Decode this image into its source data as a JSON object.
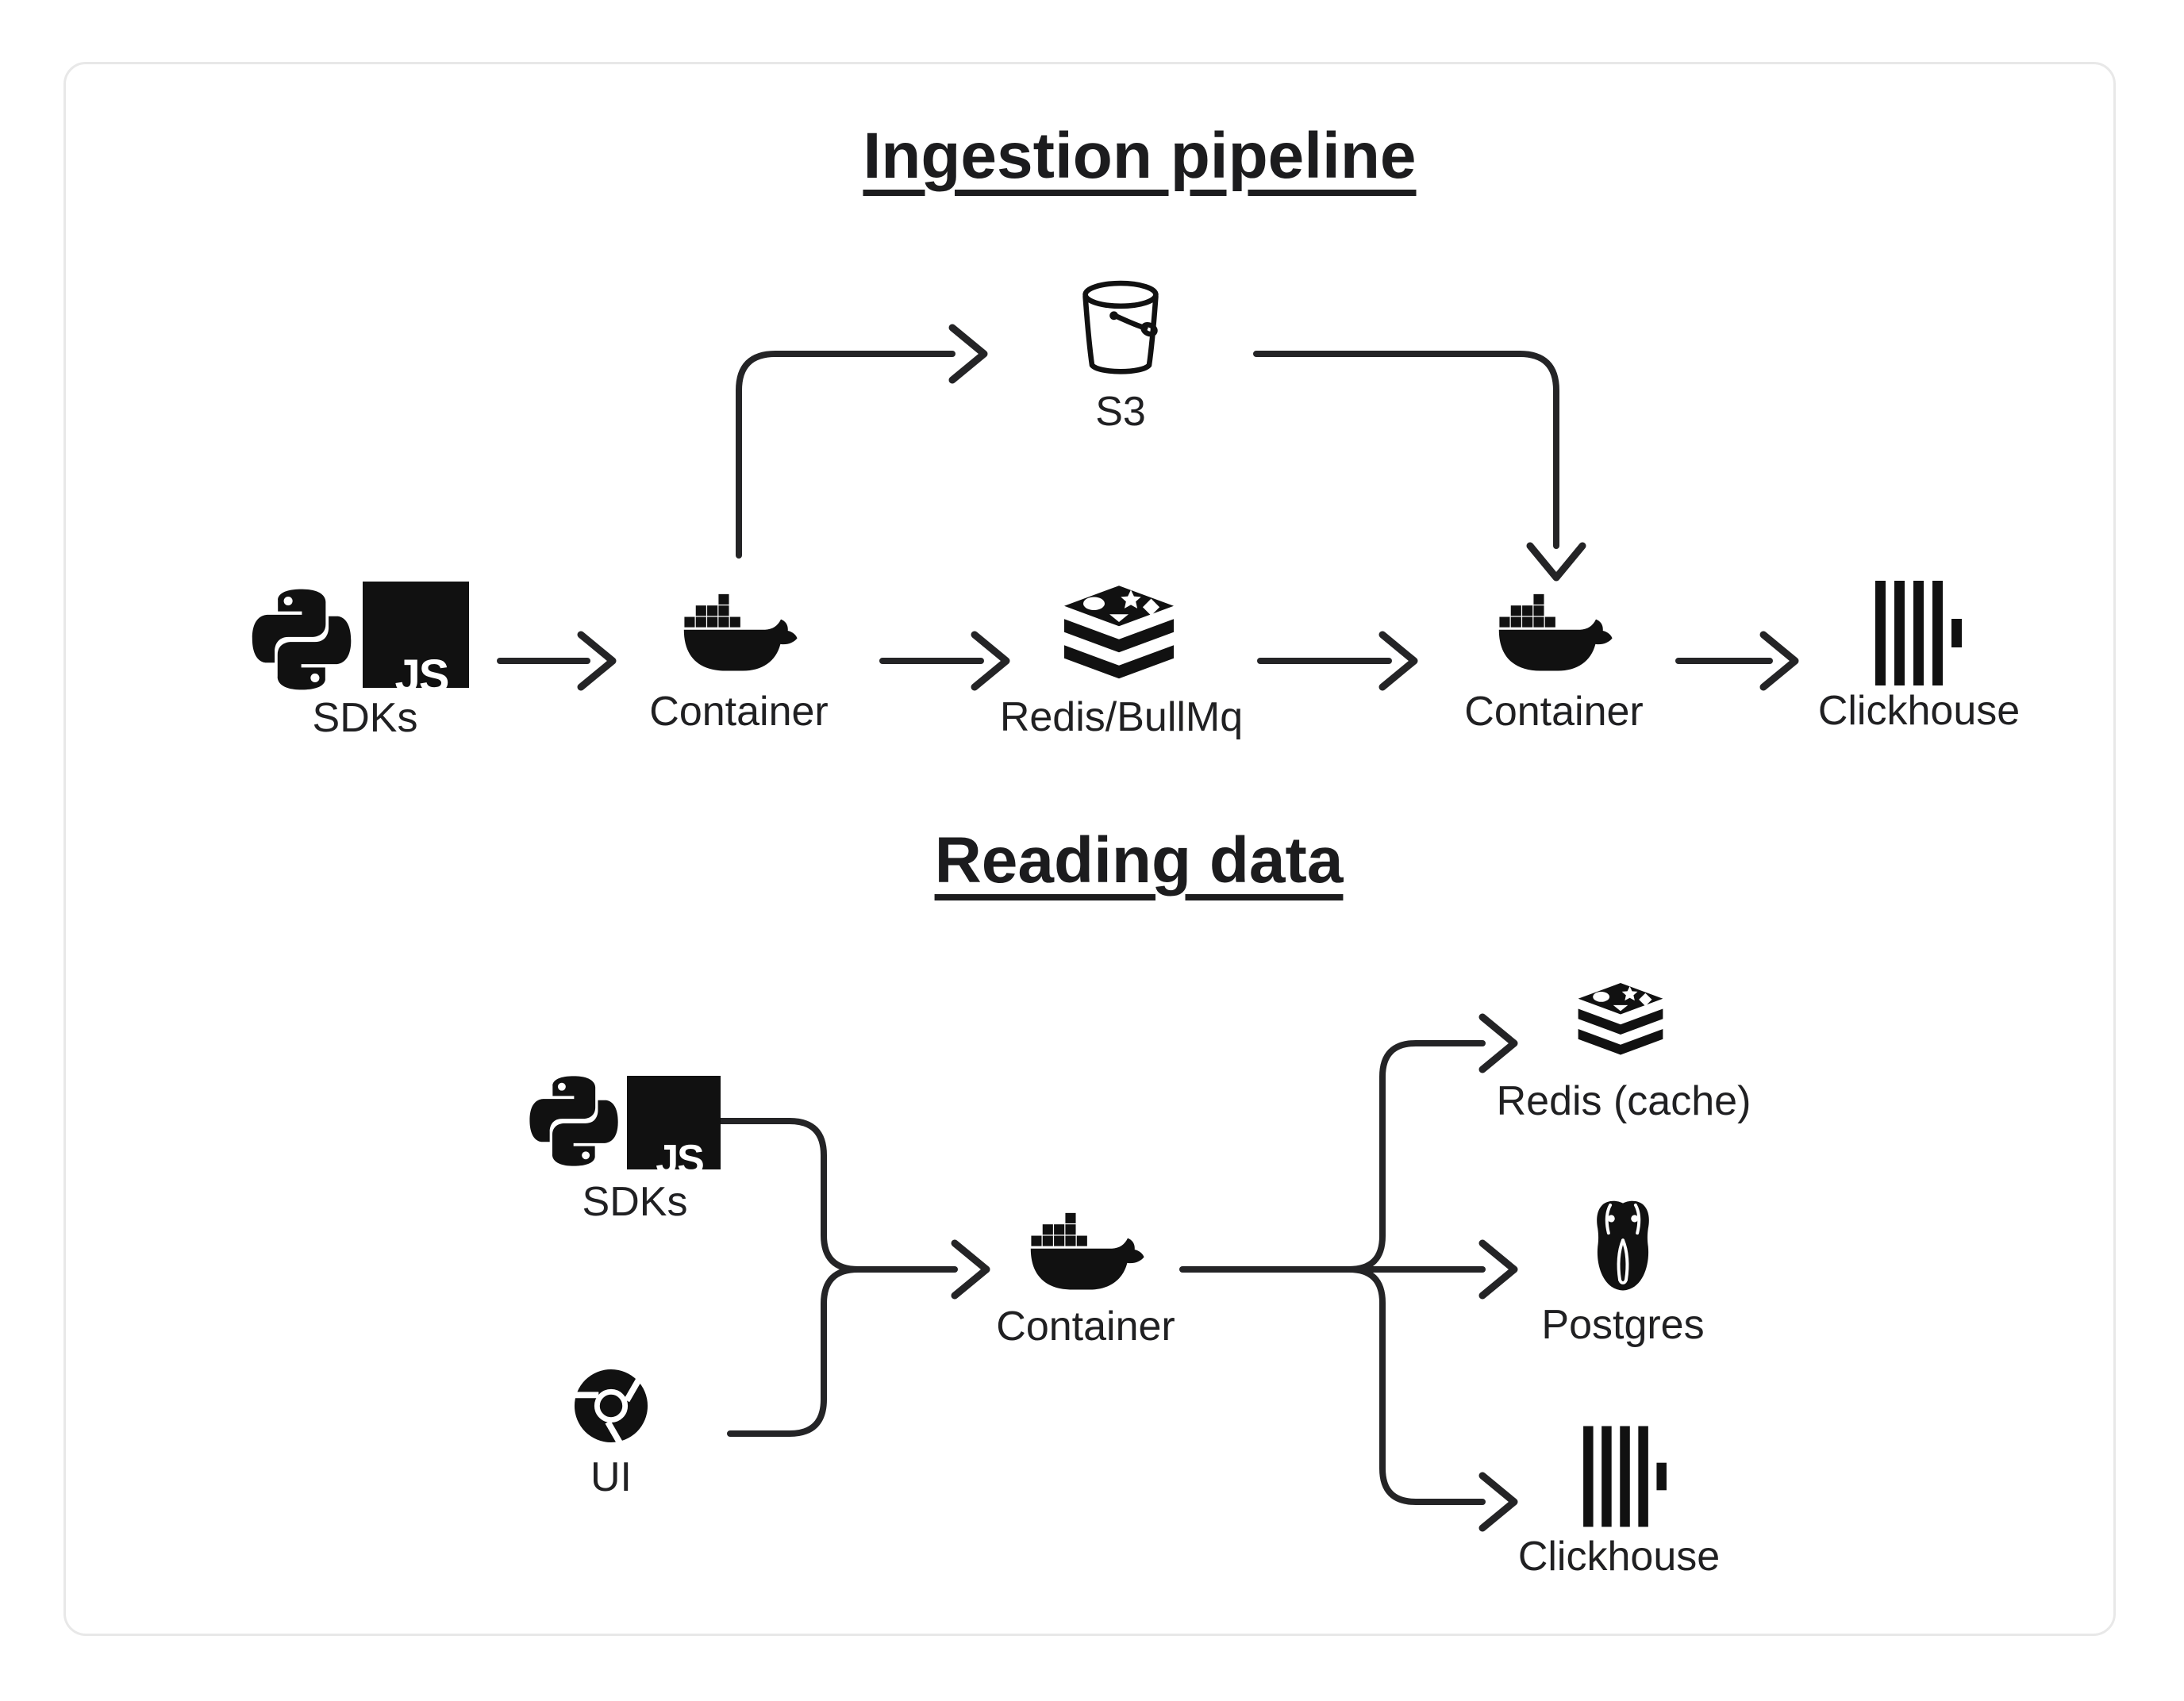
{
  "colors": {
    "background": "#ffffff",
    "card_border": "#e8e8e8",
    "ink": "#1c1c1e",
    "line": "#242426",
    "icon_fill": "#111111"
  },
  "badges": {
    "js": "JS"
  },
  "ingestion": {
    "title": "Ingestion pipeline",
    "s3_label": "S3",
    "nodes": {
      "sdks": "SDKs",
      "container_in": "Container",
      "queue": "Redis/BullMq",
      "container_worker": "Container",
      "clickhouse": "Clickhouse"
    }
  },
  "reading": {
    "title": "Reading data",
    "nodes": {
      "sdks": "SDKs",
      "ui": "UI",
      "container": "Container",
      "redis_cache": "Redis (cache)",
      "postgres": "Postgres",
      "clickhouse": "Clickhouse"
    }
  },
  "icons": {
    "python": "python-icon",
    "javascript": "javascript-icon",
    "docker": "docker-whale-icon",
    "redis": "redis-stack-icon",
    "s3": "s3-bucket-icon",
    "clickhouse": "clickhouse-bars-icon",
    "chrome": "chrome-browser-icon",
    "postgres": "postgres-elephant-icon"
  }
}
